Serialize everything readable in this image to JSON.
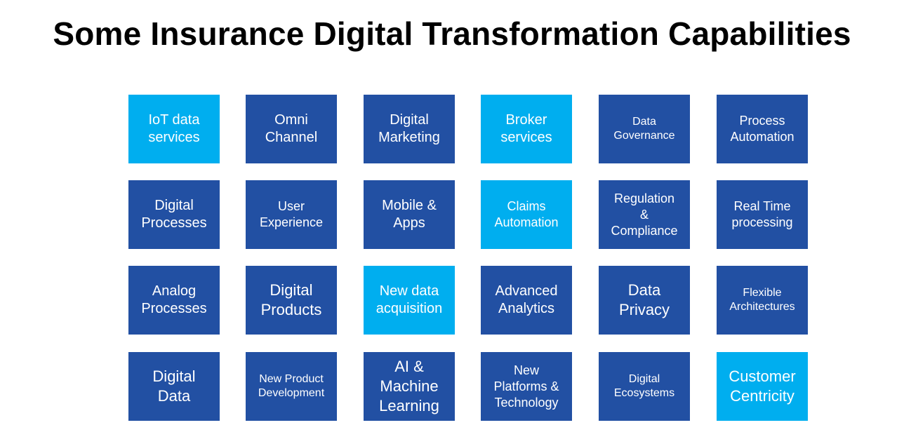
{
  "title": "Some Insurance Digital Transformation Capabilities",
  "colors": {
    "dark_tile": "#2250a3",
    "light_tile": "#00aeef",
    "text": "#ffffff"
  },
  "tiles": [
    [
      {
        "label": "IoT data\nservices",
        "style": "light"
      },
      {
        "label": "Omni\nChannel",
        "style": "dark"
      },
      {
        "label": "Digital\nMarketing",
        "style": "dark"
      },
      {
        "label": "Broker\nservices",
        "style": "light"
      },
      {
        "label": "Data\nGovernance",
        "style": "dark"
      },
      {
        "label": "Process\nAutomation",
        "style": "dark"
      }
    ],
    [
      {
        "label": "Digital\nProcesses",
        "style": "dark"
      },
      {
        "label": "User\nExperience",
        "style": "dark"
      },
      {
        "label": "Mobile &\nApps",
        "style": "dark"
      },
      {
        "label": "Claims\nAutomation",
        "style": "light"
      },
      {
        "label": "Regulation\n&\nCompliance",
        "style": "dark"
      },
      {
        "label": "Real Time\nprocessing",
        "style": "dark"
      }
    ],
    [
      {
        "label": "Analog\nProcesses",
        "style": "dark"
      },
      {
        "label": "Digital\nProducts",
        "style": "dark"
      },
      {
        "label": "New data\nacquisition",
        "style": "light"
      },
      {
        "label": "Advanced\nAnalytics",
        "style": "dark"
      },
      {
        "label": "Data\nPrivacy",
        "style": "dark"
      },
      {
        "label": "Flexible\nArchitectures",
        "style": "dark"
      }
    ],
    [
      {
        "label": "Digital\nData",
        "style": "dark"
      },
      {
        "label": "New Product\nDevelopment",
        "style": "dark"
      },
      {
        "label": "AI &\nMachine\nLearning",
        "style": "dark"
      },
      {
        "label": "New\nPlatforms &\nTechnology",
        "style": "dark"
      },
      {
        "label": "Digital\nEcosystems",
        "style": "dark"
      },
      {
        "label": "Customer\nCentricity",
        "style": "light"
      }
    ]
  ]
}
